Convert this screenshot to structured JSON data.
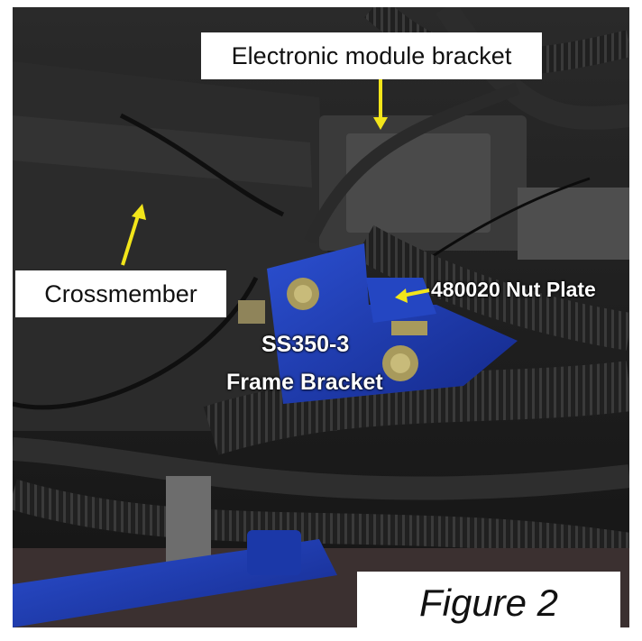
{
  "labels": {
    "electronic_module_bracket": "Electronic module bracket",
    "crossmember": "Crossmember",
    "nut_plate": "480020 Nut Plate",
    "part_number": "SS350-3",
    "part_name": "Frame Bracket",
    "figure": "Figure 2"
  },
  "colors": {
    "bracket_blue": "#1f3fb0",
    "arrow_yellow": "#f2e51a",
    "photo_dark": "#1c1c1c",
    "label_background": "#ffffff"
  }
}
